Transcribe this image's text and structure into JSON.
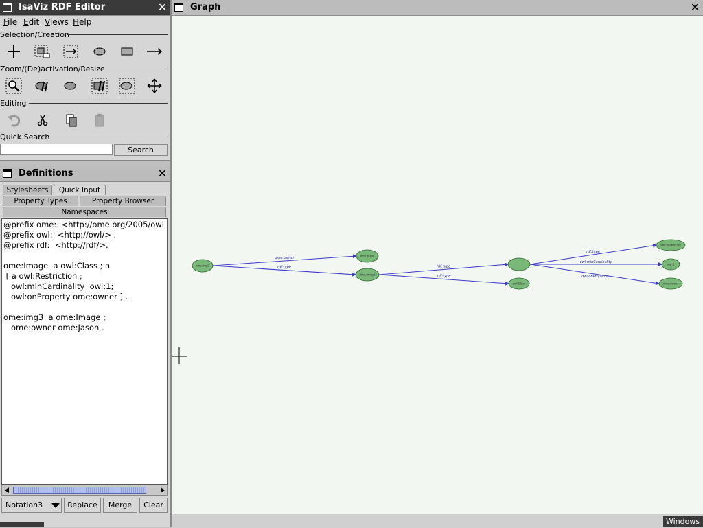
{
  "editor": {
    "title": "IsaViz RDF Editor",
    "close": "✕",
    "menu": [
      "File",
      "Edit",
      "Views",
      "Help"
    ],
    "sections": {
      "selection": "Selection/Creation",
      "zoom": "Zoom/(De)activation/Resize",
      "editing": "Editing",
      "quick_search": "Quick Search"
    },
    "search_button": "Search",
    "search_value": ""
  },
  "definitions": {
    "title": "Definitions",
    "close": "✕",
    "tabs_row1": [
      "Stylesheets",
      "Quick Input"
    ],
    "tabs_row2": [
      "Property Types",
      "Property Browser"
    ],
    "tabs_row3": [
      "Namespaces"
    ],
    "active_tab": "Quick Input",
    "text": "@prefix ome:  <http://ome.org/2005/owl\n@prefix owl:  <http://owl/> .\n@prefix rdf:  <http://rdf/>.\n\nome:Image  a owl:Class ; a\n [ a owl:Restriction ;\n   owl:minCardinality  owl:1;\n   owl:onProperty ome:owner ] .\n\nome:img3  a ome:Image ;\n   ome:owner ome:Jason .",
    "notation_select": "Notation3",
    "buttons": {
      "replace": "Replace",
      "merge": "Merge",
      "clear": "Clear"
    }
  },
  "graph": {
    "title": "Graph",
    "close": "✕",
    "nodes": [
      {
        "id": "img3",
        "label": "ome:img3"
      },
      {
        "id": "jason",
        "label": "ome:Jason"
      },
      {
        "id": "image",
        "label": "ome:Image"
      },
      {
        "id": "blank",
        "label": ""
      },
      {
        "id": "owlclass",
        "label": "owl:Class"
      },
      {
        "id": "restriction",
        "label": "owl:Restriction"
      },
      {
        "id": "one",
        "label": "owl:1"
      },
      {
        "id": "owner",
        "label": "ome:owner"
      }
    ],
    "edges": [
      {
        "from": "img3",
        "to": "jason",
        "label": "ome:owner"
      },
      {
        "from": "img3",
        "to": "image",
        "label": "rdf:type"
      },
      {
        "from": "image",
        "to": "blank",
        "label": "rdf:type"
      },
      {
        "from": "image",
        "to": "owlclass",
        "label": "rdf:type"
      },
      {
        "from": "blank",
        "to": "restriction",
        "label": "rdf:type"
      },
      {
        "from": "blank",
        "to": "one",
        "label": "owl:minCardinality"
      },
      {
        "from": "blank",
        "to": "owner",
        "label": "owl:onProperty"
      }
    ]
  },
  "taskbar": {
    "windows_label": "Windows"
  },
  "colors": {
    "node_fill": "#7ab87a",
    "node_stroke": "#2f6a2f",
    "edge": "#3c3cc8",
    "canvas": "#f2f7f2"
  },
  "icons": [
    "plus-icon",
    "select-region-icon",
    "select-arrow-icon",
    "ellipse-icon",
    "rectangle-icon",
    "arrow-icon",
    "zoom-icon",
    "deactivate-icon-1",
    "deactivate-icon-2",
    "deactivate-icon-3",
    "deactivate-icon-4",
    "move-icon",
    "undo-icon",
    "cut-icon",
    "copy-icon",
    "paste-icon",
    "crosshair-icon"
  ]
}
